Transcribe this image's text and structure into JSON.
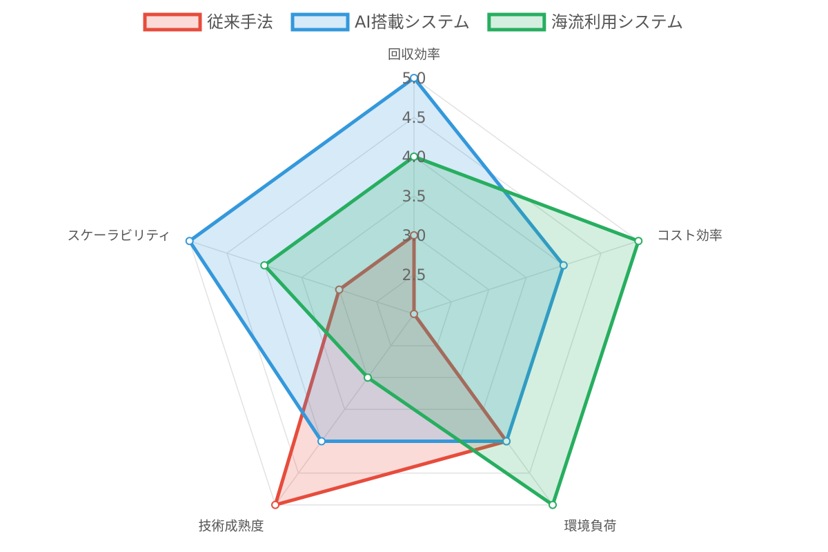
{
  "chart_data": {
    "type": "radar",
    "axes": [
      "回収効率",
      "コスト効率",
      "環境負荷",
      "技術成熟度",
      "スケーラビリティ"
    ],
    "r_range": [
      2,
      5
    ],
    "ticks": [
      "2.5",
      "3.0",
      "3.5",
      "4.0",
      "4.5",
      "5.0"
    ],
    "tick_values": [
      2.5,
      3.0,
      3.5,
      4.0,
      4.5,
      5.0
    ],
    "grid": true,
    "legend_position": "top",
    "series": [
      {
        "name": "従来手法",
        "values": [
          3.0,
          2.0,
          4.0,
          5.0,
          3.0
        ],
        "color": "#e74c3c",
        "fill": "rgba(231, 76, 60, 0.2)"
      },
      {
        "name": "AI搭載システム",
        "values": [
          5.0,
          4.0,
          4.0,
          4.0,
          5.0
        ],
        "color": "#3498db",
        "fill": "rgba(52, 152, 219, 0.2)"
      },
      {
        "name": "海流利用システム",
        "values": [
          4.0,
          5.0,
          5.0,
          3.0,
          4.0
        ],
        "color": "#27ae60",
        "fill": "rgba(39, 174, 96, 0.2)"
      }
    ]
  }
}
